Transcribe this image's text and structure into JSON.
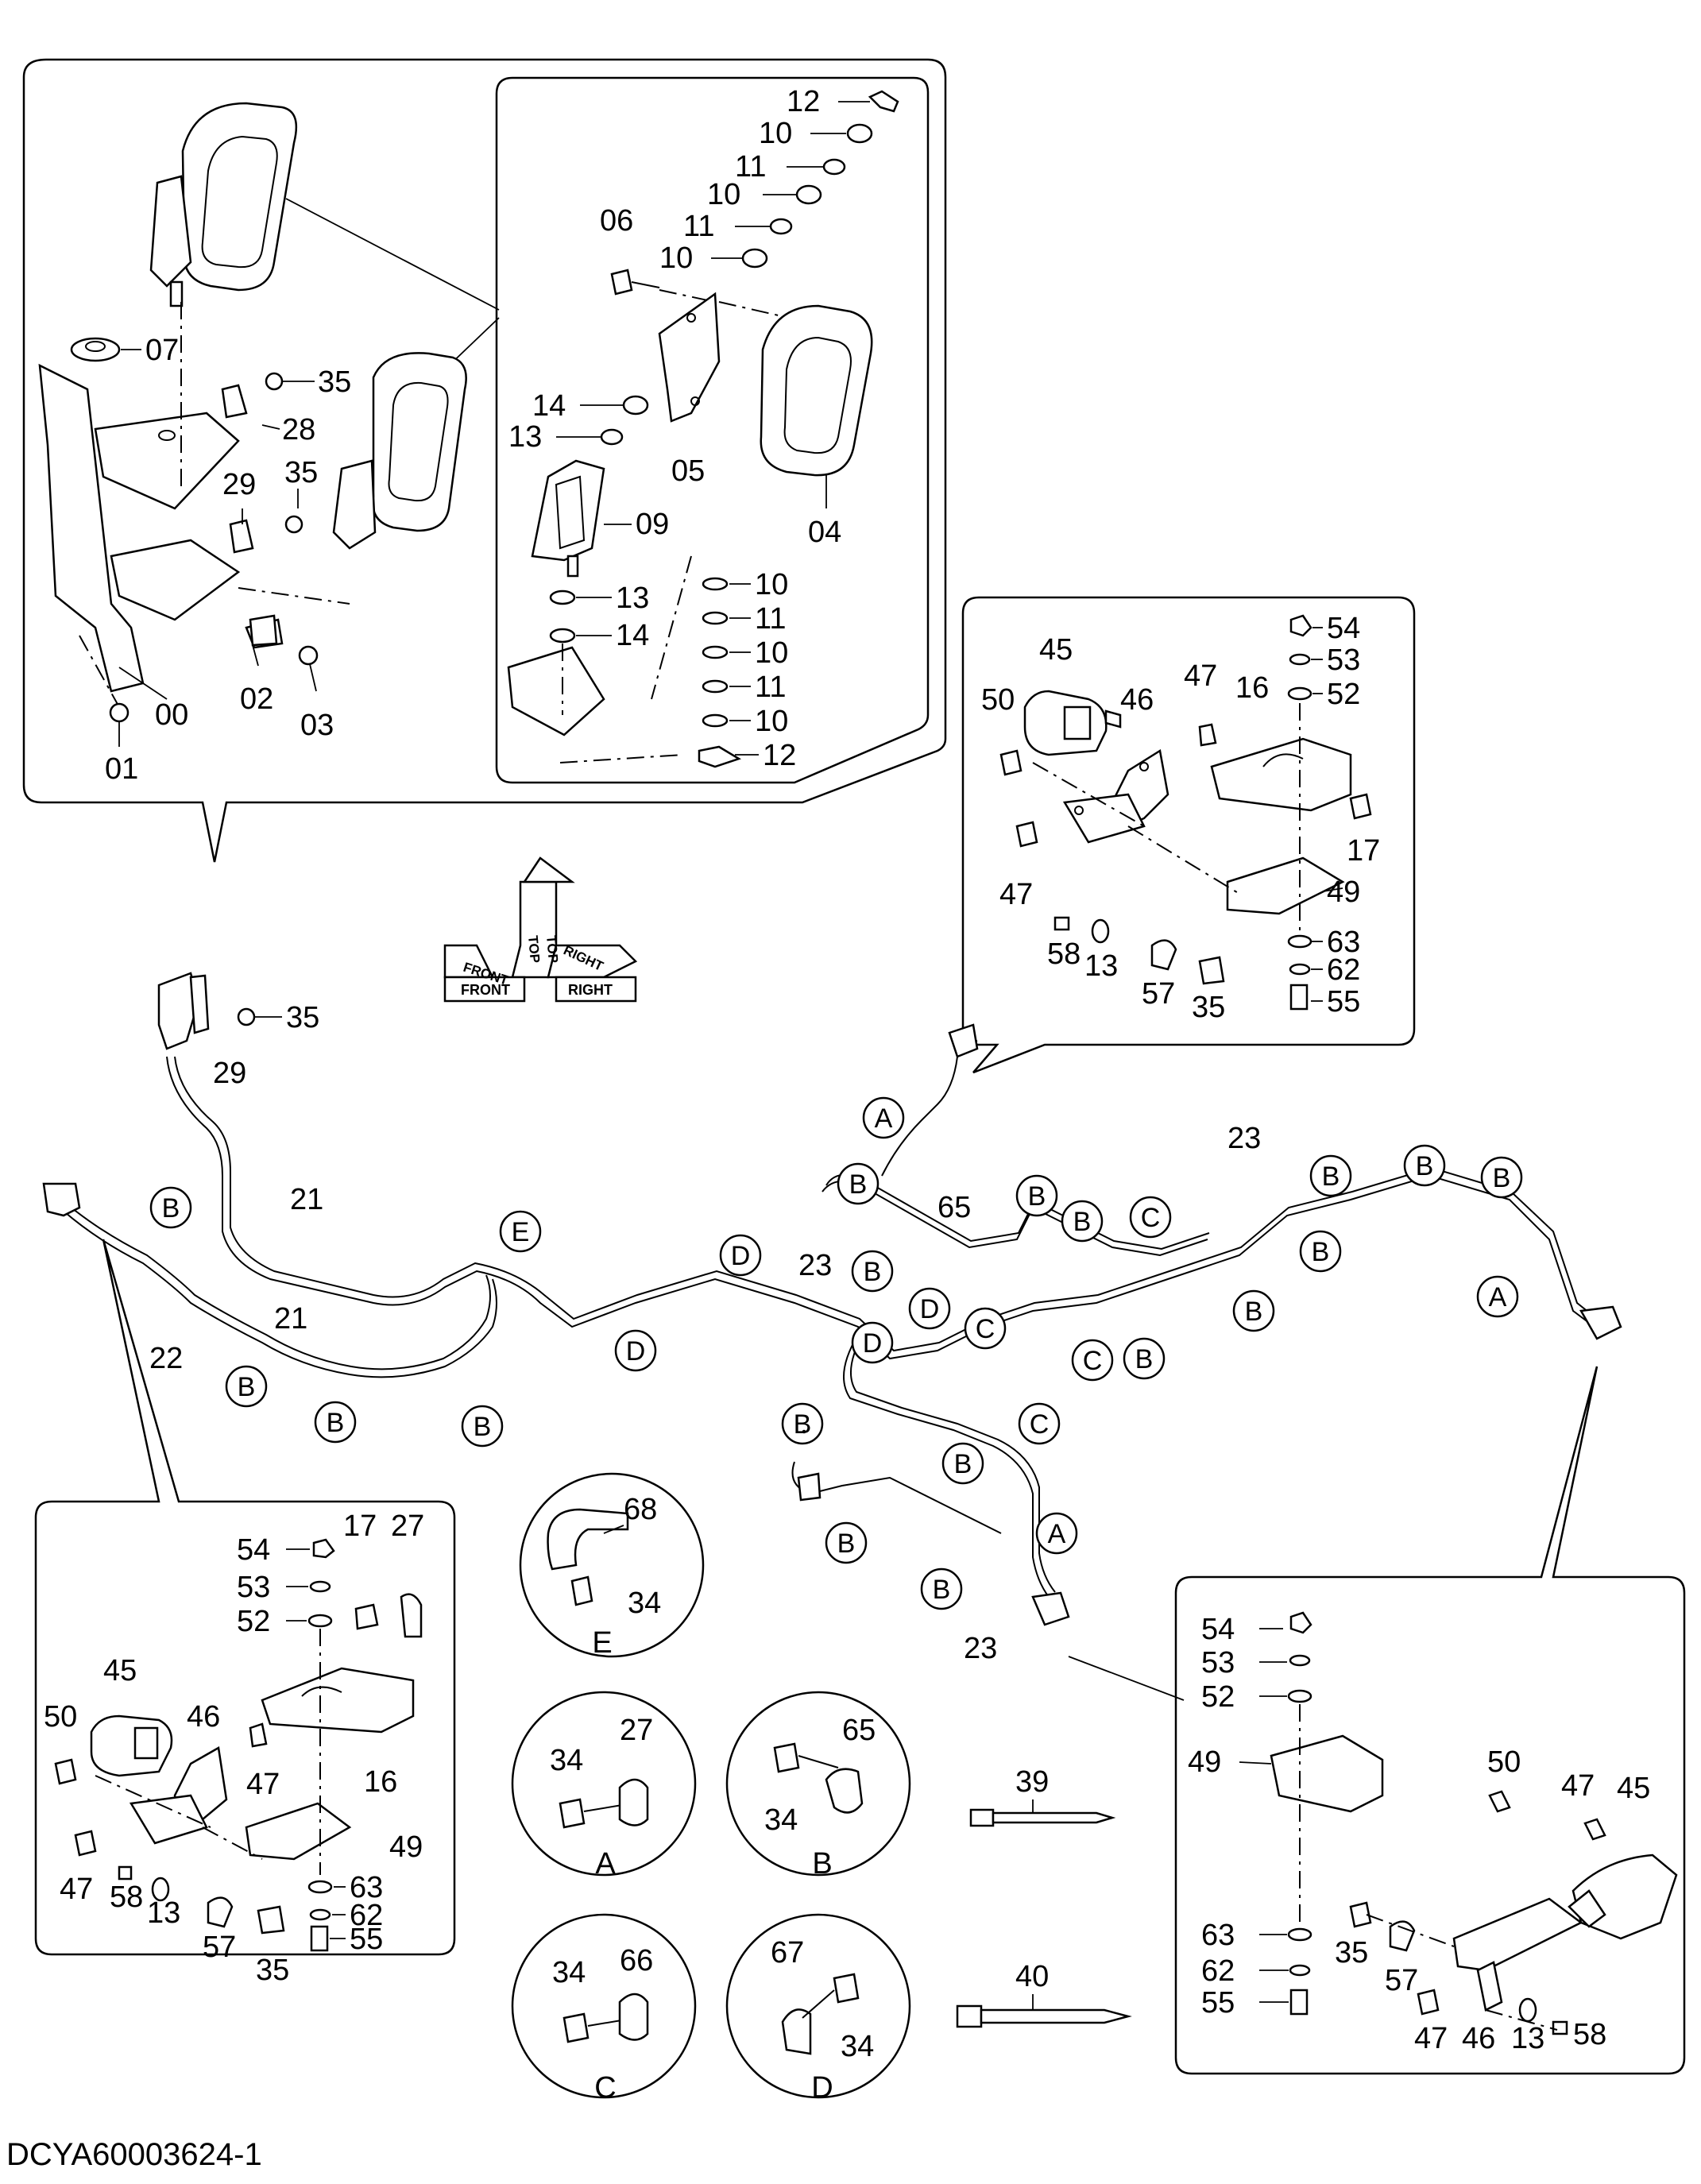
{
  "drawing_id": "DCYA60003624-1",
  "orientation_marker": {
    "labels": [
      "TOP",
      "FRONT",
      "RIGHT",
      "TOP",
      "FRONT",
      "RIGHT"
    ]
  },
  "callouts": {
    "mirror_detail": [
      "12",
      "10",
      "11",
      "10",
      "11",
      "10",
      "06",
      "14",
      "13",
      "05",
      "04",
      "09",
      "13",
      "14",
      "10",
      "11",
      "10",
      "11",
      "10",
      "12"
    ],
    "bracket_detail": [
      "07",
      "35",
      "28",
      "35",
      "29",
      "00",
      "02",
      "03",
      "01"
    ],
    "right_mount_detail": [
      "54",
      "53",
      "52",
      "45",
      "47",
      "16",
      "50",
      "46",
      "17",
      "47",
      "49",
      "58",
      "13",
      "63",
      "62",
      "57",
      "35",
      "55"
    ],
    "left_mount_detail": [
      "54",
      "17",
      "27",
      "53",
      "52",
      "45",
      "50",
      "46",
      "47",
      "16",
      "47",
      "58",
      "13",
      "49",
      "63",
      "62",
      "57",
      "35",
      "55"
    ],
    "rear_mount_detail": [
      "54",
      "53",
      "52",
      "49",
      "50",
      "47",
      "45",
      "63",
      "35",
      "62",
      "57",
      "55",
      "47",
      "46",
      "13",
      "58"
    ],
    "harness": [
      "35",
      "29",
      "21",
      "21",
      "22",
      "23",
      "23",
      "65",
      "23",
      "A",
      "A",
      "A",
      "B",
      "C",
      "D",
      "E"
    ],
    "clamp_details": [
      {
        "letter": "E",
        "parts": [
          "68",
          "34"
        ]
      },
      {
        "letter": "A",
        "parts": [
          "34",
          "27"
        ]
      },
      {
        "letter": "B",
        "parts": [
          "65",
          "34"
        ]
      },
      {
        "letter": "C",
        "parts": [
          "34",
          "66"
        ]
      },
      {
        "letter": "D",
        "parts": [
          "67",
          "34"
        ]
      }
    ],
    "ties": [
      "39",
      "40"
    ]
  }
}
